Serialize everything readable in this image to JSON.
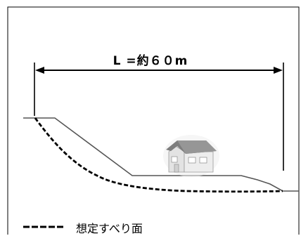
{
  "diagram": {
    "dimension_label": "L =約６０m",
    "legend": {
      "slip_surface_label": "想定すべり面"
    },
    "elements": {
      "slope": "ground-profile",
      "house": "house-icon",
      "slip_surface": "dashed-curve"
    },
    "colors": {
      "line": "#000000",
      "ground": "#555555",
      "house_wall": "#e8e8e8",
      "house_roof": "#7d7d7d"
    }
  }
}
